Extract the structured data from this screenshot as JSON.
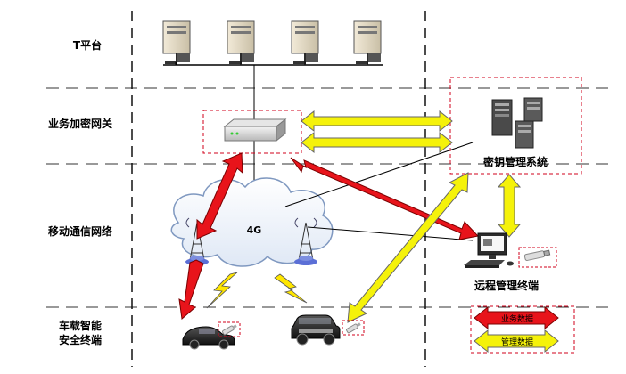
{
  "layers": {
    "t_platform": "T平台",
    "gateway": "业务加密网关",
    "mobile_network": "移动通信网络",
    "vehicle_terminal_line1": "车载智能",
    "vehicle_terminal_line2": "安全终端"
  },
  "nodes": {
    "network_cloud": "4G",
    "key_management": "密钥管理系统",
    "remote_terminal": "远程管理终端"
  },
  "legend": {
    "business_data": "业务数据",
    "management_data": "管理数据"
  },
  "colors": {
    "business_arrow": "#e8141b",
    "management_arrow": "#f5f20a",
    "dashed_box": "#d0021b"
  },
  "icons": [
    "server-icon",
    "gateway-device-icon",
    "cell-tower-icon",
    "lightning-icon",
    "computer-icon",
    "usb-key-icon",
    "car-icon",
    "suv-icon"
  ]
}
